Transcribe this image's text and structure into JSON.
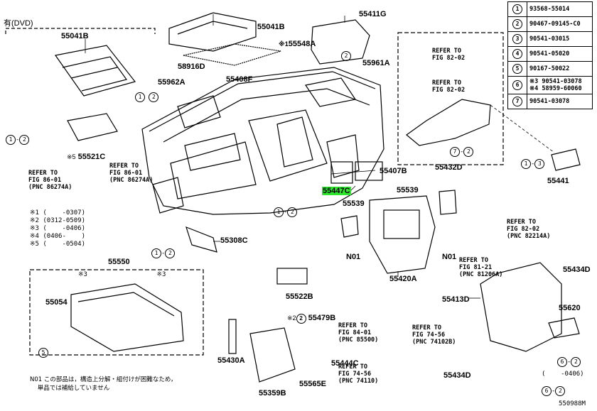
{
  "diagram_id": "550988M",
  "dvd_label": "有(DVD)",
  "part_labels": {
    "p55041b_l": "55041B",
    "p55041b_r": "55041B",
    "p55411g": "55411G",
    "p55548a": "55548A",
    "p58916d": "58916D",
    "p55408f": "55408F",
    "p55961a": "55961A",
    "p55962a": "55962A",
    "p55521c": "55521C",
    "p55407b": "55407B",
    "p55447c": "55447C",
    "p55539_a": "55539",
    "p55539_b": "55539",
    "p55432d": "55432D",
    "p55441": "55441",
    "p55308c": "55308C",
    "p55550": "55550",
    "p55054": "55054",
    "p55522b": "55522B",
    "p55420a": "55420A",
    "p55479b": "55479B",
    "p55430a": "55430A",
    "p55444c": "55444C",
    "p55359b": "55359B",
    "p55565e": "55565E",
    "p55413d": "55413D",
    "p55434d_a": "55434D",
    "p55434d_b": "55434D",
    "p55620": "55620",
    "n01_a": "N01",
    "n01_b": "N01"
  },
  "refs": {
    "fig86_left": "REFER TO\nFIG 86-01\n(PNC 86274A)",
    "fig86_right": "REFER TO\nFIG 86-01\n(PNC 86274A)",
    "fig82_a": "REFER TO\nFIG 82-02",
    "fig82_b": "REFER TO\nFIG 82-02",
    "fig82_c": "REFER TO\nFIG 82-02\n(PNC 82214A)",
    "fig81": "REFER TO\nFIG 81-21\n(PNC 81206A)",
    "fig84": "REFER TO\nFIG 84-01\n(PNC 85500)",
    "fig74_a": "REFER TO\nFIG 74-56\n(PNC 74102B)",
    "fig74_b": "REFER TO\nFIG 74-56\n(PNC 74110)"
  },
  "date_notes": [
    "※1 (    -0307)",
    "※2 (0312-0509)",
    "※3 (    -0406)",
    "※4 (0406-    )",
    "※5 (    -0504)"
  ],
  "callouts": {
    "c1": "1",
    "c2": "2",
    "c3": "3",
    "c4": "4",
    "c5": "5",
    "c6": "6",
    "c7": "7"
  },
  "callout_marks": {
    "m55521c": "※5",
    "m55548a": "※1",
    "m55479b": "※2",
    "m3": "※3",
    "m3b": "※3",
    "m0406": "(    -0406)"
  },
  "parts_table": [
    {
      "n": "1",
      "p": "93568-55014"
    },
    {
      "n": "2",
      "p": "90467-09145-C0"
    },
    {
      "n": "3",
      "p": "90541-03015"
    },
    {
      "n": "4",
      "p": "90541-05020"
    },
    {
      "n": "5",
      "p": "90167-50022"
    },
    {
      "n": "6",
      "p": "※3 90541-03078\n※4 58959-60060"
    },
    {
      "n": "7",
      "p": "90541-03078"
    }
  ],
  "footnote": "N01 この部品は，構造上分解・組付けが困難なため，\n    単品では補給していません",
  "accent_color": "#2ee62e"
}
